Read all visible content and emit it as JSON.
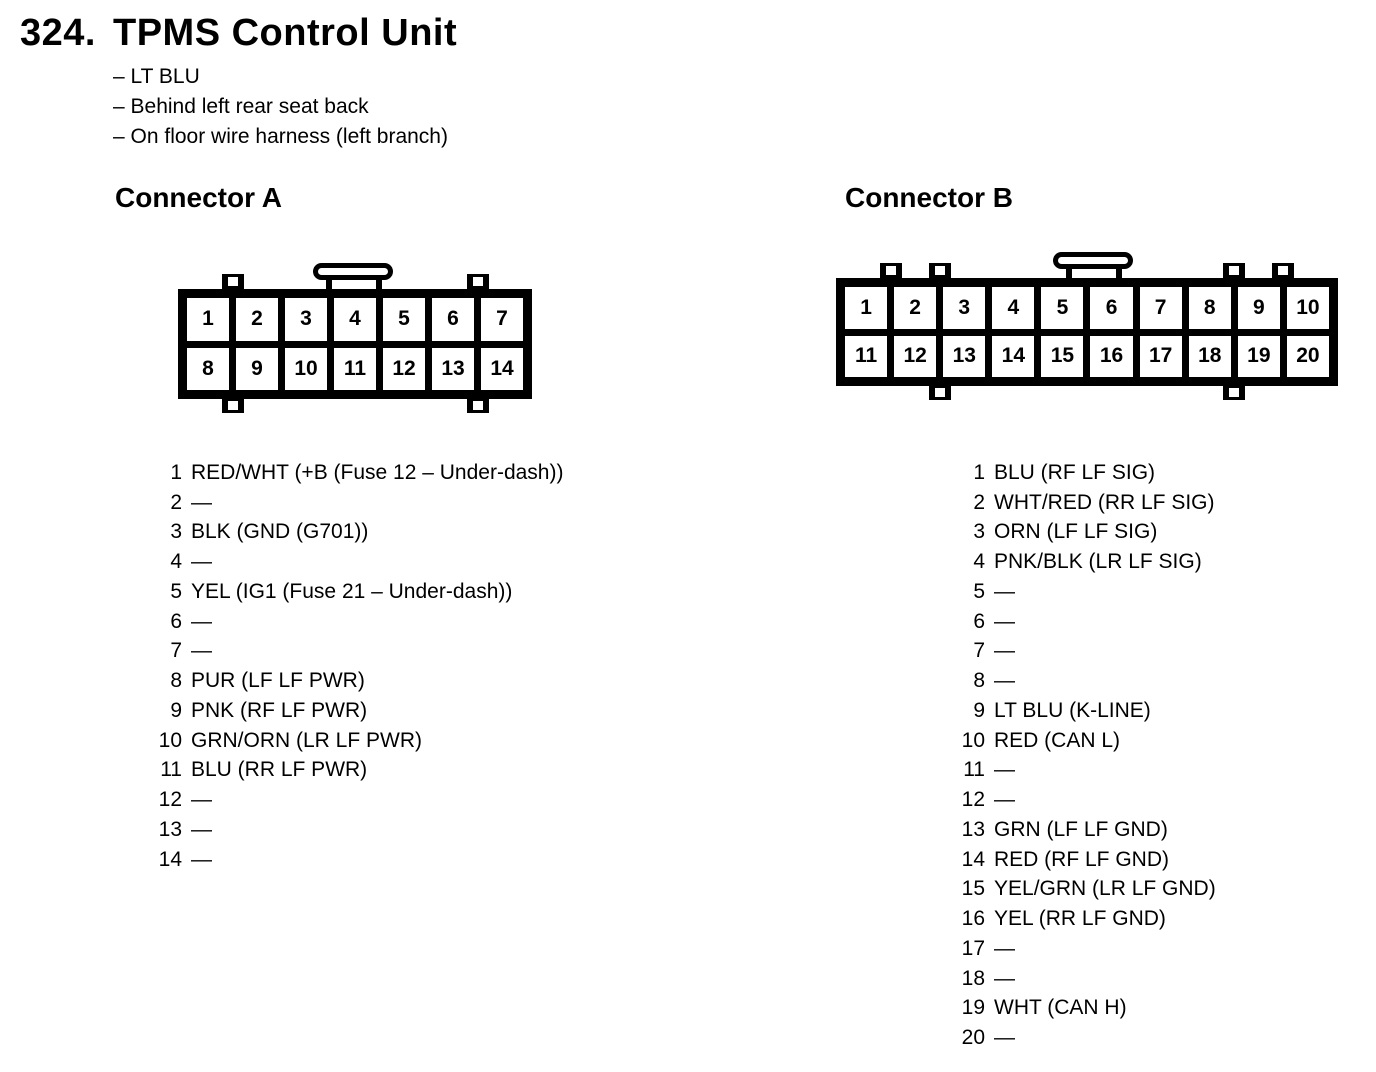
{
  "page": {
    "section_number": "324.",
    "title": "TPMS Control Unit",
    "notes": [
      "– LT BLU",
      "– Behind left rear seat back",
      "– On floor wire harness (left branch)"
    ],
    "colors": {
      "ink": "#000000",
      "paper": "#ffffff"
    }
  },
  "connectors": [
    {
      "heading": "Connector A",
      "grid_rows": [
        [
          1,
          2,
          3,
          4,
          5,
          6,
          7
        ],
        [
          8,
          9,
          10,
          11,
          12,
          13,
          14
        ]
      ],
      "pins": [
        {
          "n": 1,
          "label": "RED/WHT (+B (Fuse 12 – Under-dash))"
        },
        {
          "n": 2,
          "label": "—"
        },
        {
          "n": 3,
          "label": "BLK (GND (G701))"
        },
        {
          "n": 4,
          "label": "—"
        },
        {
          "n": 5,
          "label": "YEL (IG1 (Fuse 21 – Under-dash))"
        },
        {
          "n": 6,
          "label": "—"
        },
        {
          "n": 7,
          "label": "—"
        },
        {
          "n": 8,
          "label": "PUR (LF LF PWR)"
        },
        {
          "n": 9,
          "label": "PNK (RF LF PWR)"
        },
        {
          "n": 10,
          "label": "GRN/ORN (LR LF PWR)"
        },
        {
          "n": 11,
          "label": "BLU (RR LF PWR)"
        },
        {
          "n": 12,
          "label": "—"
        },
        {
          "n": 13,
          "label": "—"
        },
        {
          "n": 14,
          "label": "—"
        }
      ]
    },
    {
      "heading": "Connector B",
      "grid_rows": [
        [
          1,
          2,
          3,
          4,
          5,
          6,
          7,
          8,
          9,
          10
        ],
        [
          11,
          12,
          13,
          14,
          15,
          16,
          17,
          18,
          19,
          20
        ]
      ],
      "pins": [
        {
          "n": 1,
          "label": "BLU (RF LF SIG)"
        },
        {
          "n": 2,
          "label": "WHT/RED (RR LF SIG)"
        },
        {
          "n": 3,
          "label": "ORN (LF LF SIG)"
        },
        {
          "n": 4,
          "label": "PNK/BLK (LR LF SIG)"
        },
        {
          "n": 5,
          "label": "—"
        },
        {
          "n": 6,
          "label": "—"
        },
        {
          "n": 7,
          "label": "—"
        },
        {
          "n": 8,
          "label": "—"
        },
        {
          "n": 9,
          "label": "LT BLU (K-LINE)"
        },
        {
          "n": 10,
          "label": "RED (CAN L)"
        },
        {
          "n": 11,
          "label": "—"
        },
        {
          "n": 12,
          "label": "—"
        },
        {
          "n": 13,
          "label": "GRN (LF LF GND)"
        },
        {
          "n": 14,
          "label": "RED (RF LF GND)"
        },
        {
          "n": 15,
          "label": "YEL/GRN (LR LF GND)"
        },
        {
          "n": 16,
          "label": "YEL (RR LF GND)"
        },
        {
          "n": 17,
          "label": "—"
        },
        {
          "n": 18,
          "label": "—"
        },
        {
          "n": 19,
          "label": "WHT (CAN H)"
        },
        {
          "n": 20,
          "label": "—"
        }
      ]
    }
  ]
}
